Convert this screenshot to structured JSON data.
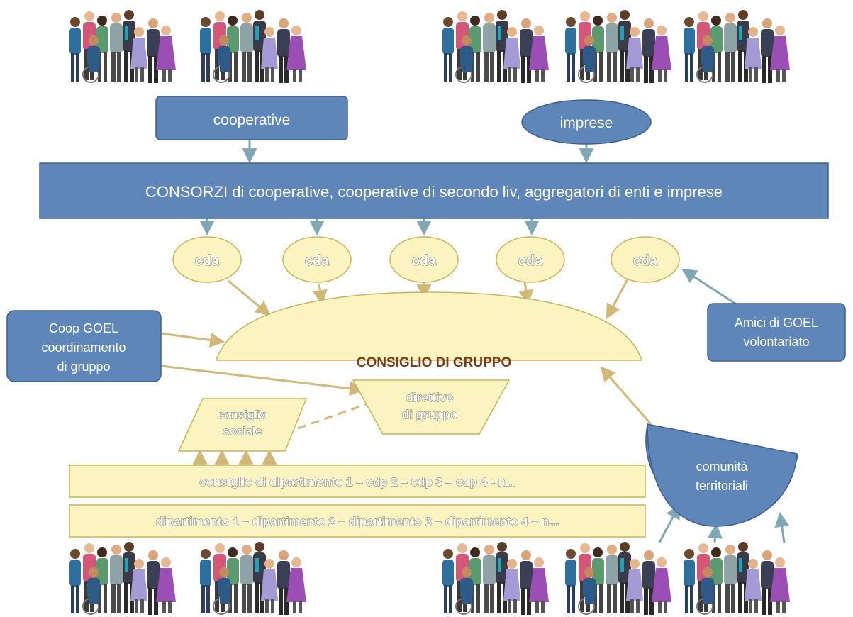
{
  "colors": {
    "blue_fill": "#5f86b8",
    "blue_stroke": "#3d5f8e",
    "yellow_fill": "#fbf4c0",
    "yellow_stroke": "#c9b45c",
    "arrow_teal": "#7fa8b4",
    "arrow_tan": "#d2b878",
    "title": "#7a3b12"
  },
  "nodes": {
    "cooperative": "cooperative",
    "imprese": "imprese",
    "consorzi": "CONSORZI di cooperative, cooperative di secondo liv, aggregatori di enti e imprese",
    "cda": [
      "cda",
      "cda",
      "cda",
      "cda",
      "cda"
    ],
    "consiglio_gruppo": "CONSIGLIO DI GRUPPO",
    "coop_goel": [
      "Coop GOEL",
      "coordinamento",
      "di gruppo"
    ],
    "amici_goel": [
      "Amici di GOEL",
      "volontariato"
    ],
    "direttivo": [
      "direttivo",
      "di gruppo"
    ],
    "consiglio_sociale": [
      "consiglio",
      "sociale"
    ],
    "consiglio_dipartimento": "consiglio di dipartimento 1 – cdp 2 – cdp 3 – cdp 4 - n...",
    "dipartimenti": "dipartimento 1 – dipartimento 2 – dipartimento 3 – dipartimento 4 – n...",
    "comunita": [
      "comunità",
      "territoriali"
    ]
  },
  "icons": {
    "crowd": "crowd-of-people-icon"
  }
}
